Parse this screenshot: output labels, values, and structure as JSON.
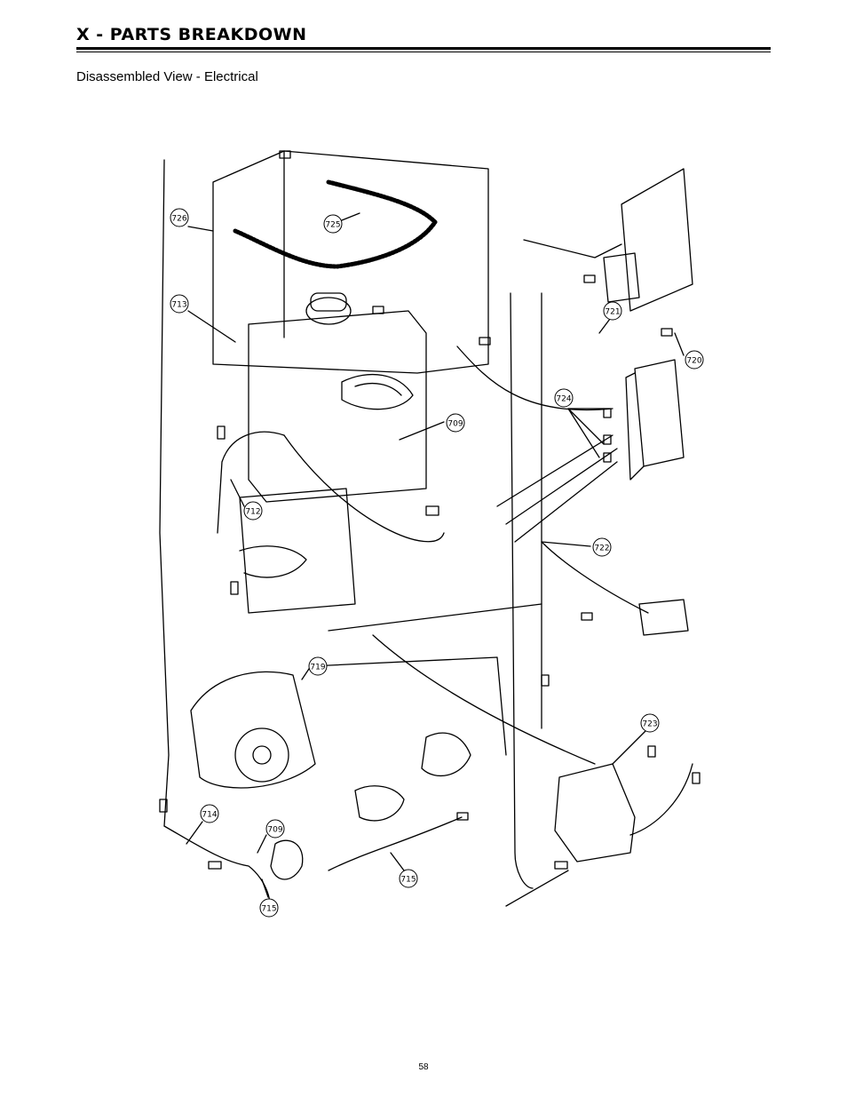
{
  "header": {
    "section_title": "X - PARTS BREAKDOWN",
    "subtitle": "Disassembled View - Electrical"
  },
  "diagram": {
    "callouts": [
      {
        "id": "726"
      },
      {
        "id": "725"
      },
      {
        "id": "713"
      },
      {
        "id": "721"
      },
      {
        "id": "720"
      },
      {
        "id": "724"
      },
      {
        "id": "709"
      },
      {
        "id": "712"
      },
      {
        "id": "722"
      },
      {
        "id": "719"
      },
      {
        "id": "723"
      },
      {
        "id": "714"
      },
      {
        "id": "709"
      },
      {
        "id": "715"
      },
      {
        "id": "715"
      }
    ]
  },
  "footer": {
    "page_number": "58"
  }
}
